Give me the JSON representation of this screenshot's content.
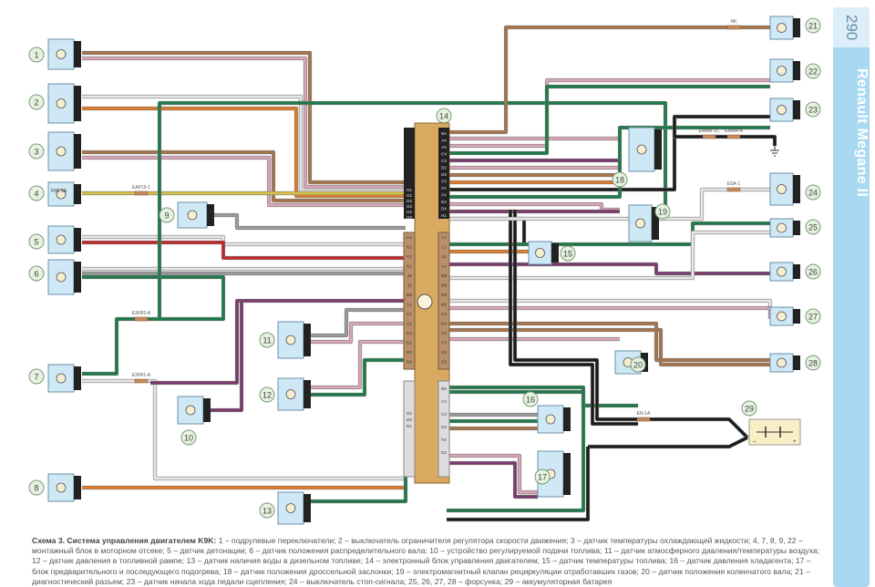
{
  "sidebar": {
    "page_number": "290",
    "book_title": "Renault Megane II"
  },
  "caption": {
    "title": "Схема 3. Система управления двигателем K9K:",
    "text": "1 – подрулевые переключатели; 2 – выключатель ограничителя регулятора скорости движения; 3 – датчик температуры охлаждающей жидкости; 4, 7, 8, 9, 22 – монтажный блок в моторном отсеке; 5 – датчик детонации; 6 – датчик положения распределительного вала; 10 – устройство регулируемой подачи топлива; 11 – датчик атмосферного давления/температуры воздуха; 12 – датчик давления в топливной рампе; 13 – датчик наличия воды в дизельном топливе; 14 – электронный блок управления двигателем; 15 – датчик температуры топлива; 16 – датчик давления хладагента; 17 – блок предварительного и последующего подогрева; 18 – датчик положения дроссельной заслонки; 19 – электромагнитный клапан рециркуляции отработавших газов; 20 – датчик положения коленчатого вала; 21 – диагностический разъем; 23 – датчик начала хода педали сцепления; 24 – выключатель стоп-сигнала; 25, 26, 27, 28 – форсунка; 29 – аккумуляторная батарея"
  },
  "components": [
    {
      "id": "1",
      "label": "подрулевые переключатели",
      "icon": "connector-block-icon"
    },
    {
      "id": "2",
      "label": "выключатель ограничителя регулятора скорости движения",
      "icon": "switch-icon"
    },
    {
      "id": "3",
      "label": "датчик температуры охлаждающей жидкости",
      "icon": "sensor-icon"
    },
    {
      "id": "4",
      "label": "монтажный блок в моторном отсеке",
      "icon": "fuse-icon",
      "fuse_text": "F5D 5A"
    },
    {
      "id": "5",
      "label": "датчик детонации",
      "icon": "knock-sensor-icon"
    },
    {
      "id": "6",
      "label": "датчик положения распределительного вала",
      "icon": "sensor-icon"
    },
    {
      "id": "7",
      "label": "монтажный блок в моторном отсеке",
      "icon": "connector-block-icon"
    },
    {
      "id": "8",
      "label": "монтажный блок в моторном отсеке",
      "icon": "connector-block-icon"
    },
    {
      "id": "9",
      "label": "монтажный блок в моторном отсеке",
      "icon": "connector-block-icon"
    },
    {
      "id": "10",
      "label": "устройство регулируемой подачи топлива",
      "icon": "valve-icon"
    },
    {
      "id": "11",
      "label": "датчик атмосферного давления/температуры воздуха",
      "icon": "sensor-icon"
    },
    {
      "id": "12",
      "label": "датчик давления в топливной рампе",
      "icon": "sensor-icon"
    },
    {
      "id": "13",
      "label": "датчик наличия воды в дизельном топливе",
      "icon": "sensor-icon"
    },
    {
      "id": "14",
      "label": "электронный блок управления двигателем",
      "icon": "ecu-icon"
    },
    {
      "id": "15",
      "label": "датчик температуры топлива",
      "icon": "sensor-icon"
    },
    {
      "id": "16",
      "label": "датчик давления хладагента",
      "icon": "sensor-icon"
    },
    {
      "id": "17",
      "label": "блок предварительного и последующего подогрева",
      "icon": "relay-icon"
    },
    {
      "id": "18",
      "label": "датчик положения дроссельной заслонки",
      "icon": "sensor-icon"
    },
    {
      "id": "19",
      "label": "электромагнитный клапан рециркуляции отработавших газов",
      "icon": "valve-icon"
    },
    {
      "id": "20",
      "label": "датчик положения коленчатого вала",
      "icon": "coil-icon"
    },
    {
      "id": "21",
      "label": "диагностический разъем",
      "icon": "connector-block-icon"
    },
    {
      "id": "22",
      "label": "монтажный блок в моторном отсеке",
      "icon": "connector-block-icon"
    },
    {
      "id": "23",
      "label": "датчик начала хода педали сцепления",
      "icon": "switch-icon"
    },
    {
      "id": "24",
      "label": "выключатель стоп-сигнала",
      "icon": "switch-icon"
    },
    {
      "id": "25",
      "label": "форсунка",
      "icon": "injector-icon"
    },
    {
      "id": "26",
      "label": "форсунка",
      "icon": "injector-icon"
    },
    {
      "id": "27",
      "label": "форсунка",
      "icon": "injector-icon"
    },
    {
      "id": "28",
      "label": "форсунка",
      "icon": "injector-icon"
    },
    {
      "id": "29",
      "label": "аккумуляторная батарея",
      "icon": "battery-icon",
      "terminals": [
        "–",
        "+"
      ]
    }
  ],
  "splices": [
    "EAP15-1",
    "E3FB2-A",
    "E3FB1-A",
    "NK",
    "EMAM-2C",
    "EMAM-A",
    "ESA-1",
    "EN-1A"
  ],
  "ecu_pins": {
    "block_a_left": [
      "H1",
      "G1",
      "G2",
      "G3",
      "H2",
      "H3"
    ],
    "block_a_right": [
      "B4",
      "A4",
      "A3",
      "C4",
      "C3",
      "D2",
      "D3",
      "F3",
      "F2",
      "F4",
      "E4",
      "D4",
      "H1"
    ],
    "block_b_left": [
      "K4",
      "K3",
      "K2",
      "K1",
      "J3",
      "J2",
      "M4",
      "L2",
      "C1",
      "C2",
      "C3",
      "D1",
      "D2",
      "D4"
    ],
    "block_b_right": [
      "L3",
      "L1",
      "L2",
      "L4",
      "M2",
      "M3",
      "M4",
      "M1",
      "C4",
      "D4",
      "F4",
      "F3",
      "E2",
      "E3"
    ],
    "block_c_left": [
      "D3",
      "D4",
      "E1"
    ],
    "block_c_right": [
      "B3",
      "C4",
      "C3",
      "D3",
      "F2",
      "E3"
    ]
  },
  "colors": {
    "wire_brown": "#a8744a",
    "wire_red": "#c0272d",
    "wire_green": "#1d7a4a",
    "wire_purple": "#7b3b6e",
    "wire_pink": "#d9a7b8",
    "wire_grey": "#9a9a9a",
    "wire_orange": "#e07b2a",
    "wire_yellow": "#d8c24a",
    "wire_black": "#1a1a1a",
    "component_fill": "#cfe8f5",
    "ecu_body": "#d9a962",
    "ecu_block": "#b8906a",
    "sidebar": "#a9d8f2"
  }
}
